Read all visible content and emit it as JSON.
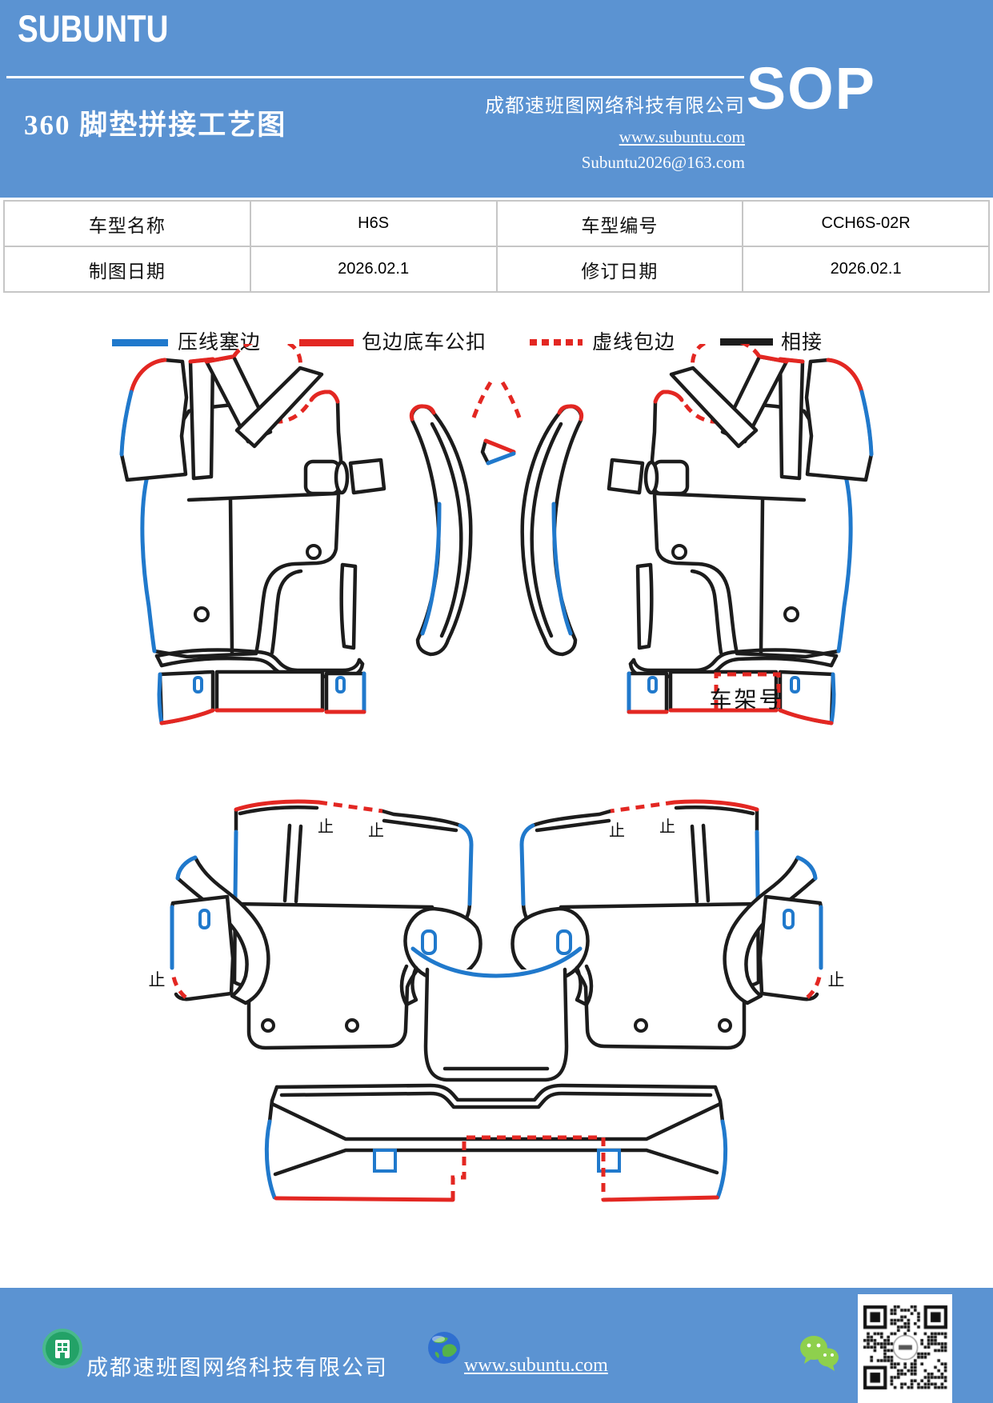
{
  "header": {
    "brand": "SUBUNTU",
    "title": "360 脚垫拼接工艺图",
    "company": "成都速班图网络科技有限公司",
    "website": "www.subuntu.com",
    "email": "Subuntu2026@163.com",
    "badge": "SOP"
  },
  "info_table": {
    "rows": [
      {
        "cells": [
          {
            "text": "车型名称"
          },
          {
            "text": "H6S"
          },
          {
            "text": "车型编号"
          },
          {
            "text": "CCH6S-02R"
          }
        ]
      },
      {
        "cells": [
          {
            "text": "制图日期"
          },
          {
            "text": "2026.02.1"
          },
          {
            "text": "修订日期"
          },
          {
            "text": "2026.02.1"
          }
        ]
      }
    ]
  },
  "legend": {
    "items": [
      {
        "label": "压线塞边",
        "color": "#2079cc",
        "style": "solid"
      },
      {
        "label": "包边底车公扣",
        "color": "#e32722",
        "style": "solid"
      },
      {
        "label": "虚线包边",
        "color": "#e32722",
        "style": "dashed"
      },
      {
        "label": "相接",
        "color": "#1c1c1c",
        "style": "solid"
      }
    ]
  },
  "diagram": {
    "frame_label": "车架号",
    "stop_marks": [
      "止",
      "止",
      "止",
      "止",
      "止",
      "止"
    ],
    "line_colors": {
      "press_edge": "#2079cc",
      "hem_bottom_male_buckle": "#e32722",
      "dashed_hem": "#e32722",
      "join": "#1c1c1c"
    }
  },
  "footer": {
    "company": "成都速班图网络科技有限公司",
    "website": "www.subuntu.com"
  },
  "colors": {
    "banner_blue": "#5b93d2",
    "table_border": "#c6c6c6"
  }
}
